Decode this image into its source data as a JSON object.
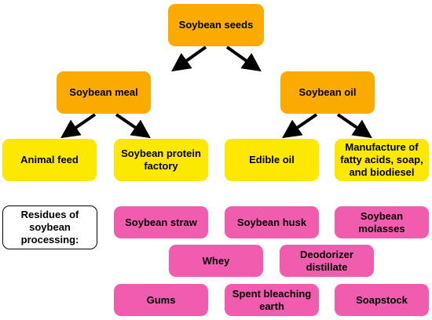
{
  "colors": {
    "level1": "#fbab00",
    "level2": "#fbab00",
    "level3": "#fde900",
    "residues": "#f25caf",
    "arrow": "#000000"
  },
  "nodes": {
    "root": "Soybean seeds",
    "meal": "Soybean meal",
    "oil": "Soybean oil",
    "animal_feed": "Animal feed",
    "protein_factory": "Soybean protein\nfactory",
    "edible_oil": "Edible oil",
    "manufacture": "Manufacture of\nfatty acids, soap,\nand biodiesel"
  },
  "residues": {
    "heading": "Residues of\nsoybean\nprocessing:",
    "items": {
      "straw": "Soybean straw",
      "husk": "Soybean husk",
      "molasses": "Soybean\nmolasses",
      "whey": "Whey",
      "deodorizer": "Deodorizer\ndistillate",
      "gums": "Gums",
      "bleaching_earth": "Spent bleaching\nearth",
      "soapstock": "Soapstock"
    }
  }
}
